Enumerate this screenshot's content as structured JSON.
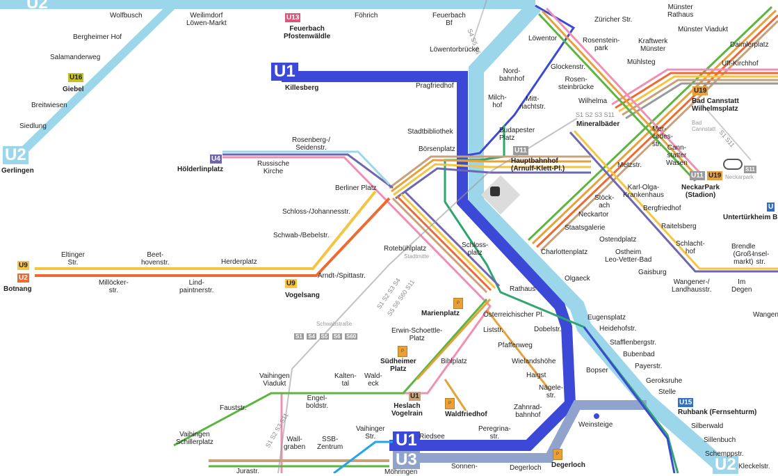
{
  "colors": {
    "U1": "#3b49d6",
    "U2": "#9cd6ea",
    "U3": "#8fa3cc",
    "U4": "#6e67b0",
    "U5": "#8dc6e8",
    "U9": "#f5c542",
    "U2_orange": "#ee6a33",
    "U14": "#5bb53f",
    "U6": "#ef8fb6",
    "U11": "#9a9a9a",
    "U19": "#e8a13a",
    "U15": "#2e6fc7",
    "U13": "#d9577a",
    "U16": "#c6c11f",
    "U12": "#c8a07a",
    "S": "#9a9a9a"
  },
  "route_badges": {
    "u2_top": "U2",
    "u2_left": "U2",
    "u1_main": "U1",
    "u1_bottom": "U1",
    "u3_bottom": "U3",
    "u2_bottom": "U2",
    "u13": "U13",
    "u16": "U16",
    "u4": "U4",
    "u9_left": "U9",
    "u2_left_orange": "U2",
    "u9_vogelsang": "U9",
    "u11": "U11",
    "u11_b": "U11",
    "u19": "U19",
    "u19_b": "U19",
    "u1_heslach": "U1",
    "u15": "U15",
    "u_right": "U"
  },
  "s_lines": {
    "label_1": "S1 S2 S3 S11",
    "label_2": "S1 S2 S3 S4",
    "label_3": "S5 S6 S60 S11",
    "label_4": "S1 S2 S3 S11",
    "label_5": "S4 S5 S6",
    "label_6": "S1 S11",
    "schwabstrasse": "Schwabstraße",
    "s_badges": [
      "S1",
      "S4",
      "S5",
      "S6",
      "S60"
    ],
    "s11_badge": "S11"
  },
  "stations": {
    "wolfbusch": "Wolfbusch",
    "weilimdorf": "Weilimdorf\nLöwen-Markt",
    "feuerbach_pfosten": "Feuerbach\nPfostenwäldle",
    "foehrich": "Föhrich",
    "feuerbach_bf": "Feuerbach\nBf",
    "loewentor": "Löwentor",
    "zuericher": "Züricher Str.",
    "rosensteinpark": "Rosenstein-\npark",
    "kraftwerk": "Kraftwerk\nMünster",
    "muenster_rathaus": "Münster\nRathaus",
    "muenster_viadukt": "Münster Viadukt",
    "daimlerplatz": "Daimlerplatz",
    "muehlsteg": "Mühlsteg",
    "uff_kirchhof": "Uff-Kirchhof",
    "bergheimer_hof": "Bergheimer Hof",
    "salamanderweg": "Salamanderweg",
    "loewentorbruecke": "Löwentorbrücke",
    "giebel": "Giebel",
    "killesberg": "Killesberg",
    "nordbahnhof": "Nord-\nbahnhof",
    "glockenstr": "Glockenstr.",
    "rosensteinbruecke": "Rosen-\nsteinbrücke",
    "wilhelma": "Wilhelma",
    "bad_cannstatt": "Bad Cannstatt\nWilhelmsplatz",
    "breitwiesen": "Breitwiesen",
    "pragfriedhof": "Pragfriedhof",
    "milchhof": "Milch-\nhof",
    "mittnachtstr": "Mitt-\nnachtstr.",
    "mineralbaeder": "Mineralbäder",
    "bad_cannstatt_s": "Bad\nCannstatt",
    "siedlung": "Siedlung",
    "stadtbibliothek": "Stadtbibliothek",
    "budapester": "Budapester\nPlatz",
    "mercedesstr": "Mer-\ncedes-\nstr.",
    "cannstatter_wasen": "Cann-\nstatter\nWasen",
    "gerlingen": "Gerlingen",
    "rosenberg": "Rosenberg-/\nSeidenstr.",
    "boersenplatz": "Börsenplatz",
    "hauptbahnhof": "Hauptbahnhof\n(Arnulf-Klett-Pl.)",
    "metzstr": "Metzstr.",
    "hoelderlinplatz": "Hölderlinplatz",
    "russische_kirche": "Russische\nKirche",
    "neckarpark": "NeckarPark\n(Stadion)",
    "neckarpark_s": "Neckarpark",
    "berliner_platz": "Berliner Platz",
    "karl_olga": "Karl-Olga-\nKrankenhaus",
    "stoeckach": "Stöck-\nach",
    "neckartor": "Neckartor",
    "bergfriedhof": "Bergfriedhof",
    "untertuerkheim": "Untertürkheim B",
    "schloss_johannes": "Schloss-/Johannesstr.",
    "staatsgalerie": "Staatsgalerie",
    "raitelsberg": "Raitelsberg",
    "schwab_bebel": "Schwab-/Bebelstr.",
    "ostendplatz": "Ostendplatz",
    "charlottenplatz": "Charlottenplatz",
    "rotebuehlplatz": "Rotebühlplatz",
    "stadtmitte": "Stadtmitte",
    "schlossplatz": "Schloss-\nplatz",
    "schlachthof": "Schlacht-\nhof",
    "brendle": "Brendle\n(Groß-\nmarkt)",
    "inselstr": "Insel-\nstr.",
    "ostheim": "Ostheim\nLeo-Vetter-Bad",
    "eltinger": "Eltinger\nStr.",
    "beethovenstr": "Beet-\nhovenstr.",
    "herderplatz": "Herderplatz",
    "botnang": "Botnang",
    "millaeckerstr": "Millöcker-\nstr.",
    "lindpaintner": "Lind-\npaintnerstr.",
    "arndt": "Arndt-/Spittastr.",
    "vogelsang": "Vogelsang",
    "olgaeck": "Olgaeck",
    "gaisburg": "Gaisburg",
    "rathaus": "Rathaus",
    "wangener_land": "Wangener-/\nLandhausstr.",
    "im_degen": "Im\nDegen",
    "wangen": "Wangen",
    "marienplatz": "Marienplatz",
    "oesterreichischer": "Österreichischer Pl.",
    "eugensplatz": "Eugensplatz",
    "dobelstr": "Dobelstr.",
    "heidehofstr": "Heidehofstr.",
    "erwin_schoettle": "Erwin-Schoettle-\nPlatz",
    "liststr": "Liststr.",
    "stafflenbergstr": "Stafflenbergstr.",
    "pfaffenweg": "Pfaffenweg",
    "bubenbad": "Bubenbad",
    "suedheimer": "Südheimer\nPlatz",
    "bihlplatz": "Bihlplatz",
    "wielandshoehe": "Wielandshöhe",
    "payerstr": "Payerstr.",
    "vaihingen_viadukt": "Vaihingen\nViadukt",
    "kaltental": "Kalten-\ntal",
    "waldeck": "Wald-\neck",
    "haigst": "Haigst",
    "bopser": "Bopser",
    "geroksruhe": "Geroksruhe",
    "naegelestr": "Nägele-\nstr.",
    "stelle": "Stelle",
    "engelboldstr": "Engel-\nboldstr.",
    "heslach": "Heslach\nVogelrain",
    "ruhbank": "Ruhbank (Fernsehturm)",
    "faust": "Fauststr.",
    "waldfriedhof": "Waldfriedhof",
    "zahnradbahnhof": "Zahnrad-\nbahnhof",
    "silberwald": "Silberwald",
    "weinsteige": "Weinsteige",
    "vaihingen_schiller": "Vaihingen\nSchillerplatz",
    "wallgraben": "Wall-\ngraben",
    "ssb_zentrum": "SSB-\nZentrum",
    "vaihinger_str": "Vaihinger\nStr.",
    "riedsee": "Riedsee",
    "peregrinastr": "Peregrina-\nstr.",
    "sillenbuch": "Sillenbuch",
    "schemppstr": "Schemppstr.",
    "degerloch": "Degerloch",
    "degerloch_2": "Degerloch",
    "sonnenberg": "Sonnen-",
    "juraste": "Jurastr.",
    "moehringen": "Möhringen",
    "kleckelstr": "Kleckelstr."
  }
}
